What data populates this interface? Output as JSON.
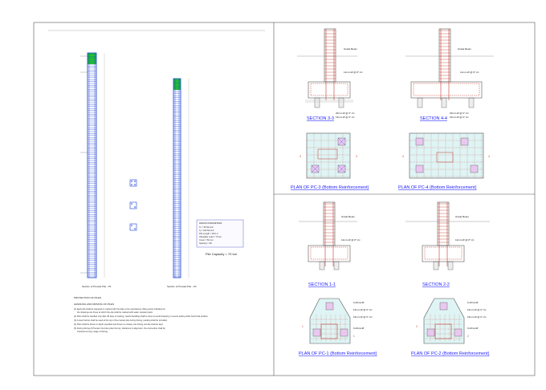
{
  "left_sheet": {
    "pile1_label": "Section of Precast Pile - P1",
    "pile2_label": "Section of Precast Pile - P2",
    "pile_capacity": "Pile Capacity = 70 ton",
    "notes_heading": "PROTECTION OF PILES",
    "notes_subheading": "HANDLING AND DRIVING OF PILES",
    "notes": [
      "(1) Each pile shall be stamped or marked with the date of its manufacture, lifting points indicated on",
      "the drawings are those at which the pile shall be marked with water resistant paint.",
      "(2) Piles shall be handled only after 28 days of casting, careful handling shall be done to avoid dropping or severe jerking while horizontal position.",
      "(3) A steel helmet shall be used at the top of the precast pile during driving, packing shall be provided.",
      "(4) Piles shall be driven to depth specified and driven to refusal, pile driving records shall be kept.",
      "(5) During driving of Precast Concrete piles the top, Variations in alignment, the connection shall be",
      "checked at every stage of driving."
    ],
    "design_params_title": "DESIGN PARAMETERS",
    "design_params": [
      "f'c = 35 N/mm2",
      "fy = 420 N/mm2",
      "Pile Length = 18.0 m",
      "Allowable Load = 70 ton",
      "Cover = 50 mm",
      "Spacing = 3D"
    ]
  },
  "top_right": {
    "section_3_title": "SECTION 3-3",
    "section_4_title": "SECTION 4-4",
    "plan_3_title": "PLAN OF PC-3 (Bottom Reinforcement)",
    "plan_4_title": "PLAN OF PC-4 (Bottom Reinforcement)",
    "ground_level": "Grade Beam",
    "rebar_s3": "12mm Ø @ 8\" c/c",
    "rebar_s3b": "20mm Ø @ 6\" c/c",
    "rebar_s3c": "16mm Ø @ 6\" c/c",
    "rebar_s4": "12mm Ø @ 8\" c/c",
    "rebar_s4b": "20mm Ø @ 6\" c/c",
    "rebar_s4c": "16mm Ø @ 6\" c/c",
    "mark_3a": "3",
    "mark_3b": "3",
    "mark_4a": "4",
    "mark_4b": "4"
  },
  "bottom_right": {
    "section_1_title": "SECTION 1-1",
    "section_2_title": "SECTION 2-2",
    "plan_1_title": "PLAN OF PC-1 (Bottom Reinforcement)",
    "plan_2_title": "PLAN OF PC-2 (Bottom Reinforcement)",
    "ground_level": "Grade Beam",
    "rebar_s1": "12mm Ø @ 8\" c/c",
    "rebar_s2": "12mm Ø @ 8\" c/c",
    "plan1_a": "6-20mmØ",
    "plan1_b": "16mm Ø @ 6\" c/c",
    "plan1_c": "16mm Ø @ 6\" c/c",
    "plan1_d": "6-20mmØ",
    "plan2_a": "6-20mmØ",
    "plan2_b": "16mm Ø @ 6\" c/c",
    "plan2_c": "16mm Ø @ 6\" c/c",
    "plan2_d": "6-20mmØ",
    "mark_1a": "1",
    "mark_1b": "1",
    "mark_2a": "2",
    "mark_2b": "2"
  },
  "colors": {
    "rebar": "#c0392b",
    "pile": "#1a3fd6",
    "green_top": "#22cc22",
    "title_blue": "#1a1aff",
    "plan_fill": "#dff4f4",
    "pile_fill": "#e9c8f0"
  }
}
